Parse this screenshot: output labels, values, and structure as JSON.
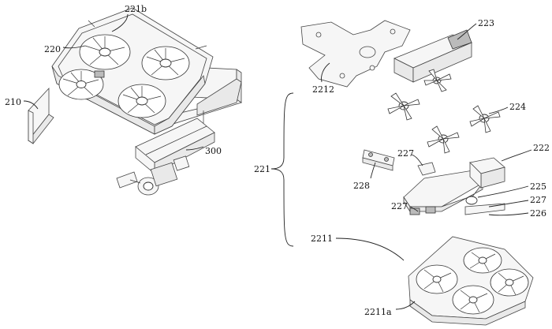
{
  "labels": {
    "l221b": "221b",
    "l220": "220",
    "l210": "210",
    "l300": "300",
    "l2212": "2212",
    "l223": "223",
    "l224": "224",
    "l222": "222",
    "l227a": "227",
    "l228": "228",
    "l221": "221",
    "l225": "225",
    "l227b": "227",
    "l227c": "227",
    "l226": "226",
    "l2211": "2211",
    "l2211a": "2211a"
  }
}
